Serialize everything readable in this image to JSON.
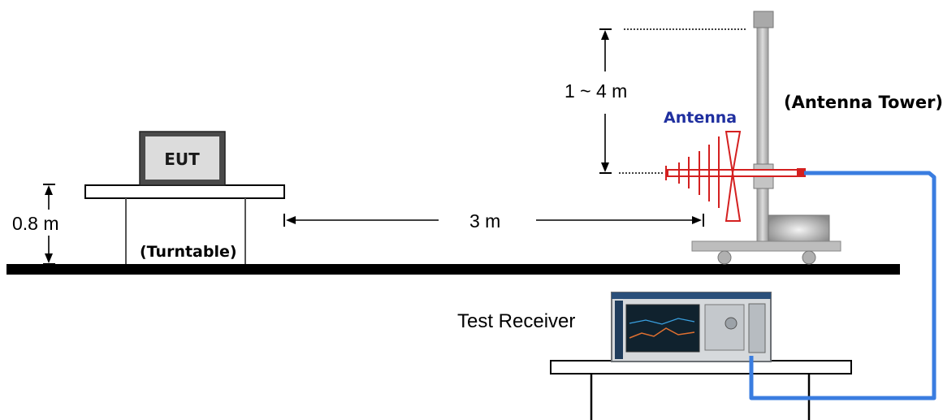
{
  "labels": {
    "eut": "EUT",
    "turntable": "(Turntable)",
    "table_height": "0.8 m",
    "distance": "3 m",
    "antenna_height": "1 ~ 4 m",
    "antenna": "Antenna",
    "antenna_tower": "(Antenna Tower)",
    "test_receiver": "Test Receiver"
  },
  "colors": {
    "ground": "#000000",
    "antenna": "#d42020",
    "cable": "#3a7de0",
    "antenna_label": "#1f2f9f",
    "tower": "#b8b8b8",
    "monitor_frame": "#444444",
    "monitor_screen": "#d9d9d9"
  }
}
